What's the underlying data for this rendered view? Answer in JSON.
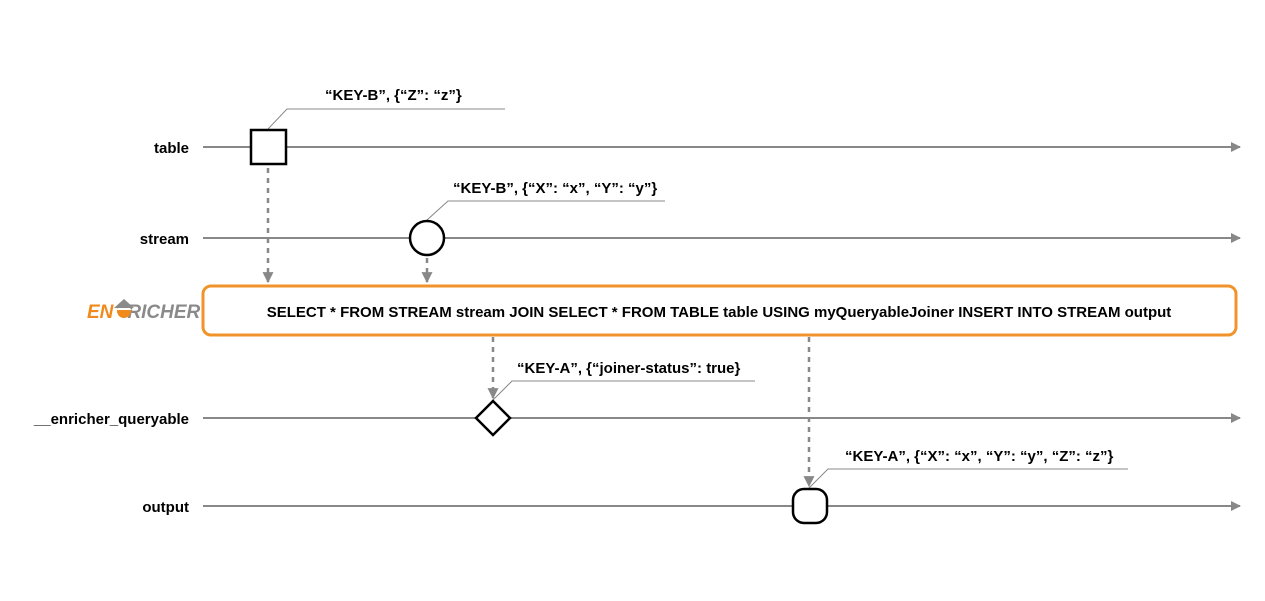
{
  "colors": {
    "accent": "#F0932B",
    "line": "#888888",
    "logo_orange": "#F08A1C",
    "logo_gray": "#8A8A8A"
  },
  "lanes": {
    "table": "table",
    "stream": "stream",
    "queryable": "__enricher_queryable",
    "output": "output"
  },
  "events": {
    "table_event": "“KEY-B”, {“Z”: “z”}",
    "stream_event": "“KEY-B”, {“X”: “x”, “Y”: “y”}",
    "queryable_event": "“KEY-A”, {“joiner-status”: true}",
    "output_event": "“KEY-A”, {“X”: “x”, “Y”: “y”, “Z”: “z”}"
  },
  "query": "SELECT * FROM STREAM stream JOIN SELECT * FROM TABLE table USING myQueryableJoiner INSERT INTO STREAM output",
  "logo": {
    "part1": "EN",
    "part2": "RICHER"
  }
}
